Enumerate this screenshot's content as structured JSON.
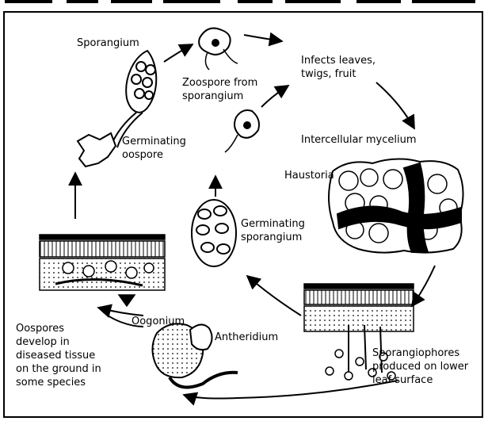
{
  "diagram": {
    "labels": {
      "sporangium": "Sporangium",
      "zoospore": "Zoospore from\nsporangium",
      "infects": "Infects leaves,\ntwigs, fruit",
      "germinating_oospore": "Germinating\noospore",
      "intercellular_mycelium": "Intercellular mycelium",
      "haustoria": "Haustoria",
      "germinating_sporangium": "Germinating\nsporangium",
      "oogonium": "Oogonium",
      "antheridium": "Antheridium",
      "oospores": "Oospores\ndevelop in\ndiseased tissue\non the ground in\nsome species",
      "sporangiophores": "Sporangiophores\nproduced on lower\nleaf surface"
    }
  }
}
